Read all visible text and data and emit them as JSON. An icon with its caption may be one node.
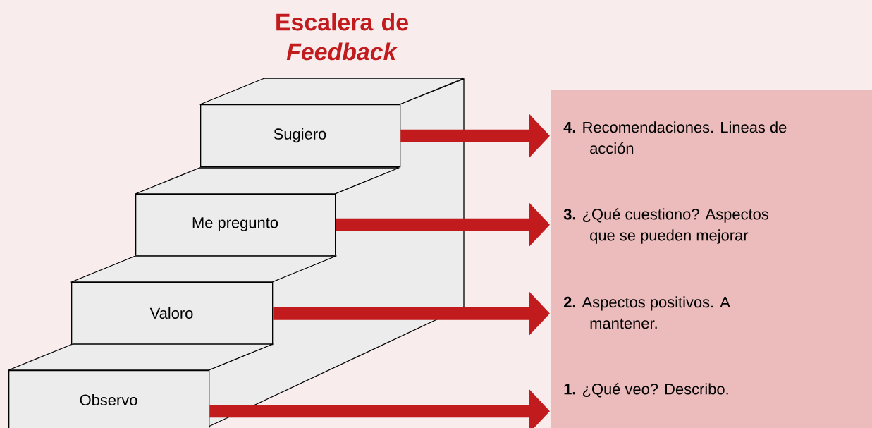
{
  "diagram": {
    "title": "Escalera de *Feedback*",
    "nodes": [
      {
        "text": [
          "Sugiero"
        ]
      },
      {
        "text": [
          "Me pregunto"
        ]
      },
      {
        "text": [
          "Valoro"
        ]
      },
      {
        "text": [
          "Observo"
        ]
      },
      {
        "text": [],
        "shape": "box"
      },
      {
        "text": [
          "**4.** Recomendaciones. Lineas de acción"
        ],
        "in": 4
      },
      {
        "text": [
          "**3.** ¿Qué cuestiono? Aspectos que se pueden mejorar"
        ],
        "in": 4
      },
      {
        "text": [
          "**2.** Aspectos positivos. A mantener."
        ],
        "in": 4
      },
      {
        "text": [
          "**1.** ¿Qué veo? Describo."
        ],
        "in": 4
      }
    ],
    "edges": [
      {
        "from": 0,
        "to": 5,
        "arrow": "to"
      },
      {
        "from": 1,
        "to": 6,
        "arrow": "to"
      },
      {
        "from": 2,
        "to": 7,
        "arrow": "to"
      },
      {
        "from": 3,
        "to": 8,
        "arrow": "to"
      }
    ]
  }
}
